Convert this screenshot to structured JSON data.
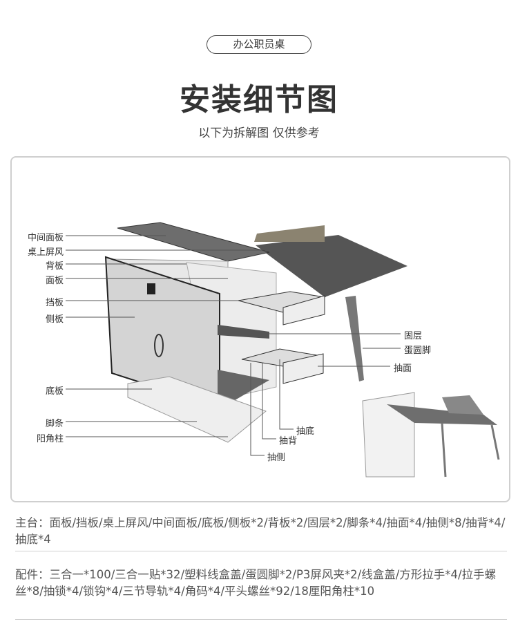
{
  "header": {
    "pill": "办公职员桌",
    "title": "安装细节图",
    "subtitle": "以下为拆解图 仅供参考"
  },
  "diagram": {
    "left_labels": [
      "中间面板",
      "桌上屏风",
      "背板",
      "面板",
      "挡板",
      "侧板",
      "底板",
      "脚条",
      "阳角柱"
    ],
    "right_labels": [
      "固层",
      "蛋圆脚",
      "抽面"
    ],
    "bottom_labels": [
      "抽底",
      "抽背",
      "抽侧"
    ]
  },
  "specs": {
    "main": "主台：面板/挡板/桌上屏风/中间面板/底板/侧板*2/背板*2/固层*2/脚条*4/抽面*4/抽侧*8/抽背*4/抽底*4",
    "accessories": "配件：三合一*100/三合一贴*32/塑料线盒盖/蛋圆脚*2/P3屏风夹*2/线盒盖/方形拉手*4/拉手螺丝*8/抽锁*4/锁钩*4/三节导轨*4/角码*4/平头螺丝*92/18厘阳角柱*10"
  }
}
